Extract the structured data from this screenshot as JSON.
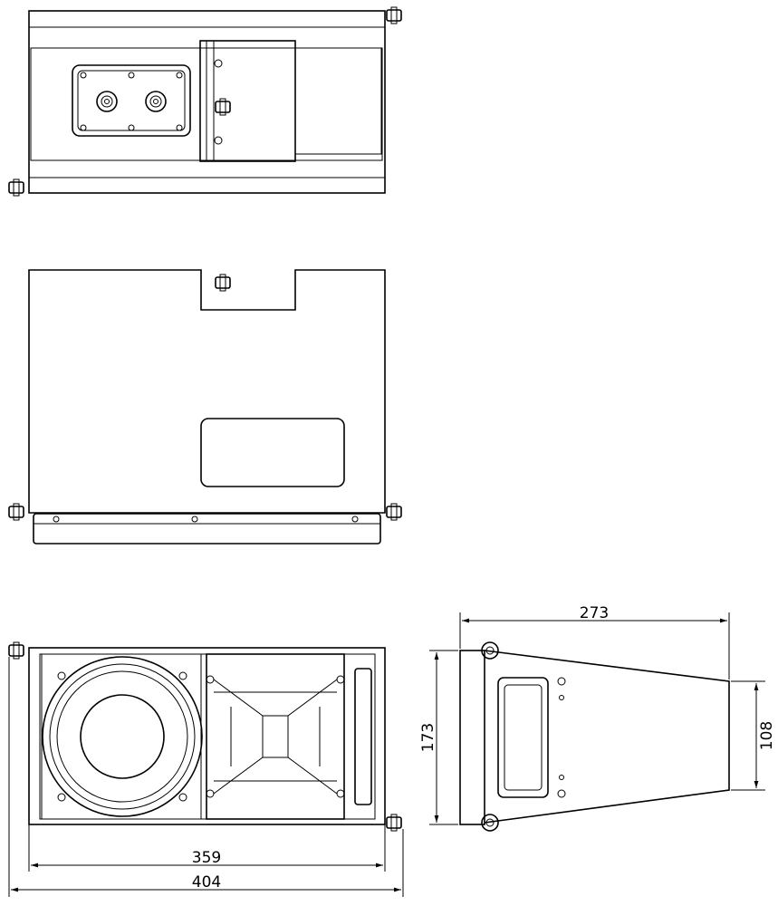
{
  "drawing": {
    "views": [
      "top-view",
      "rear-view",
      "front-view",
      "side-view"
    ],
    "dimensions": {
      "depth": "273",
      "height_back": "173",
      "height_front": "108",
      "width_inner": "359",
      "width_overall": "404"
    }
  }
}
